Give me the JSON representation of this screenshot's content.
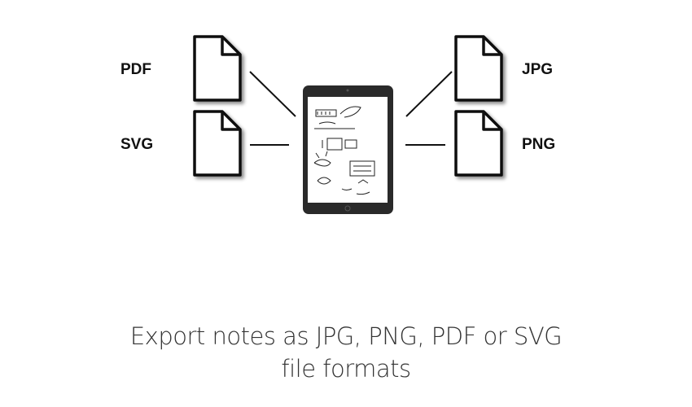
{
  "formats": {
    "pdf": "PDF",
    "svg": "SVG",
    "jpg": "JPG",
    "png": "PNG"
  },
  "caption": {
    "line1": "Export notes as JPG, PNG, PDF or SVG",
    "line2": "file formats"
  },
  "icons": {
    "document": "document-icon",
    "tablet": "tablet-icon"
  }
}
